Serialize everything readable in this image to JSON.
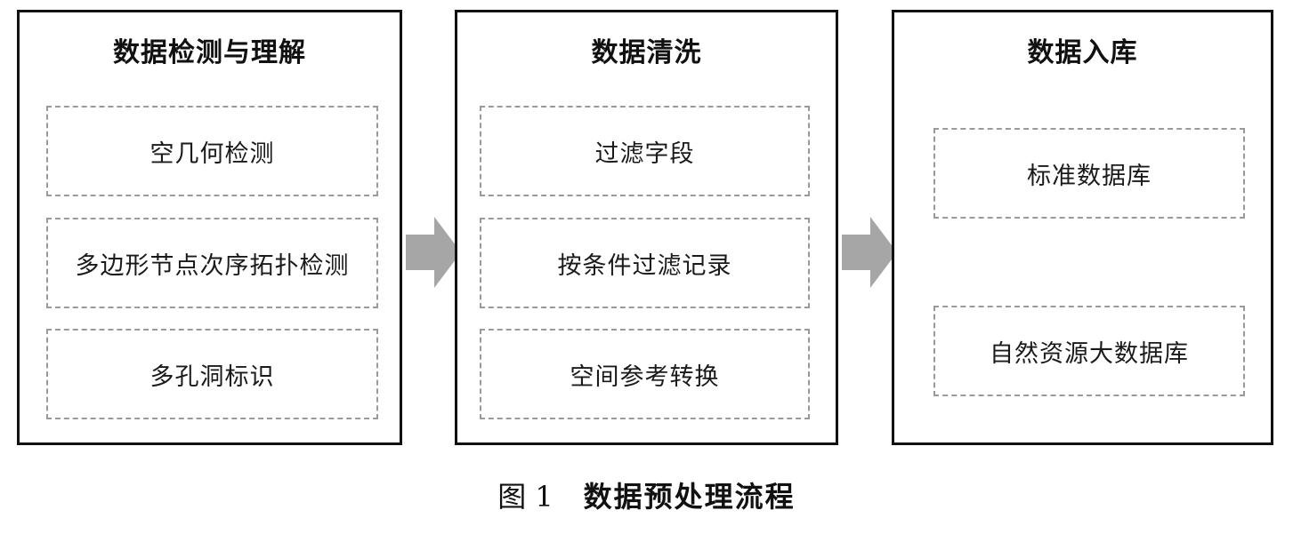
{
  "panels": [
    {
      "title": "数据检测与理解",
      "steps": [
        "空几何检测",
        "多边形节点次序拓扑检测",
        "多孔洞标识"
      ]
    },
    {
      "title": "数据清洗",
      "steps": [
        "过滤字段",
        "按条件过滤记录",
        "空间参考转换"
      ]
    },
    {
      "title": "数据入库",
      "steps": [
        "标准数据库",
        "自然资源大数据库"
      ]
    }
  ],
  "caption": {
    "label": "图",
    "number": "1",
    "title": "数据预处理流程"
  },
  "colors": {
    "border": "#111111",
    "dashed": "#9a9a9a",
    "arrow": "#a6a6a6"
  },
  "icons": {
    "flow_arrow": "right-arrow-icon"
  }
}
